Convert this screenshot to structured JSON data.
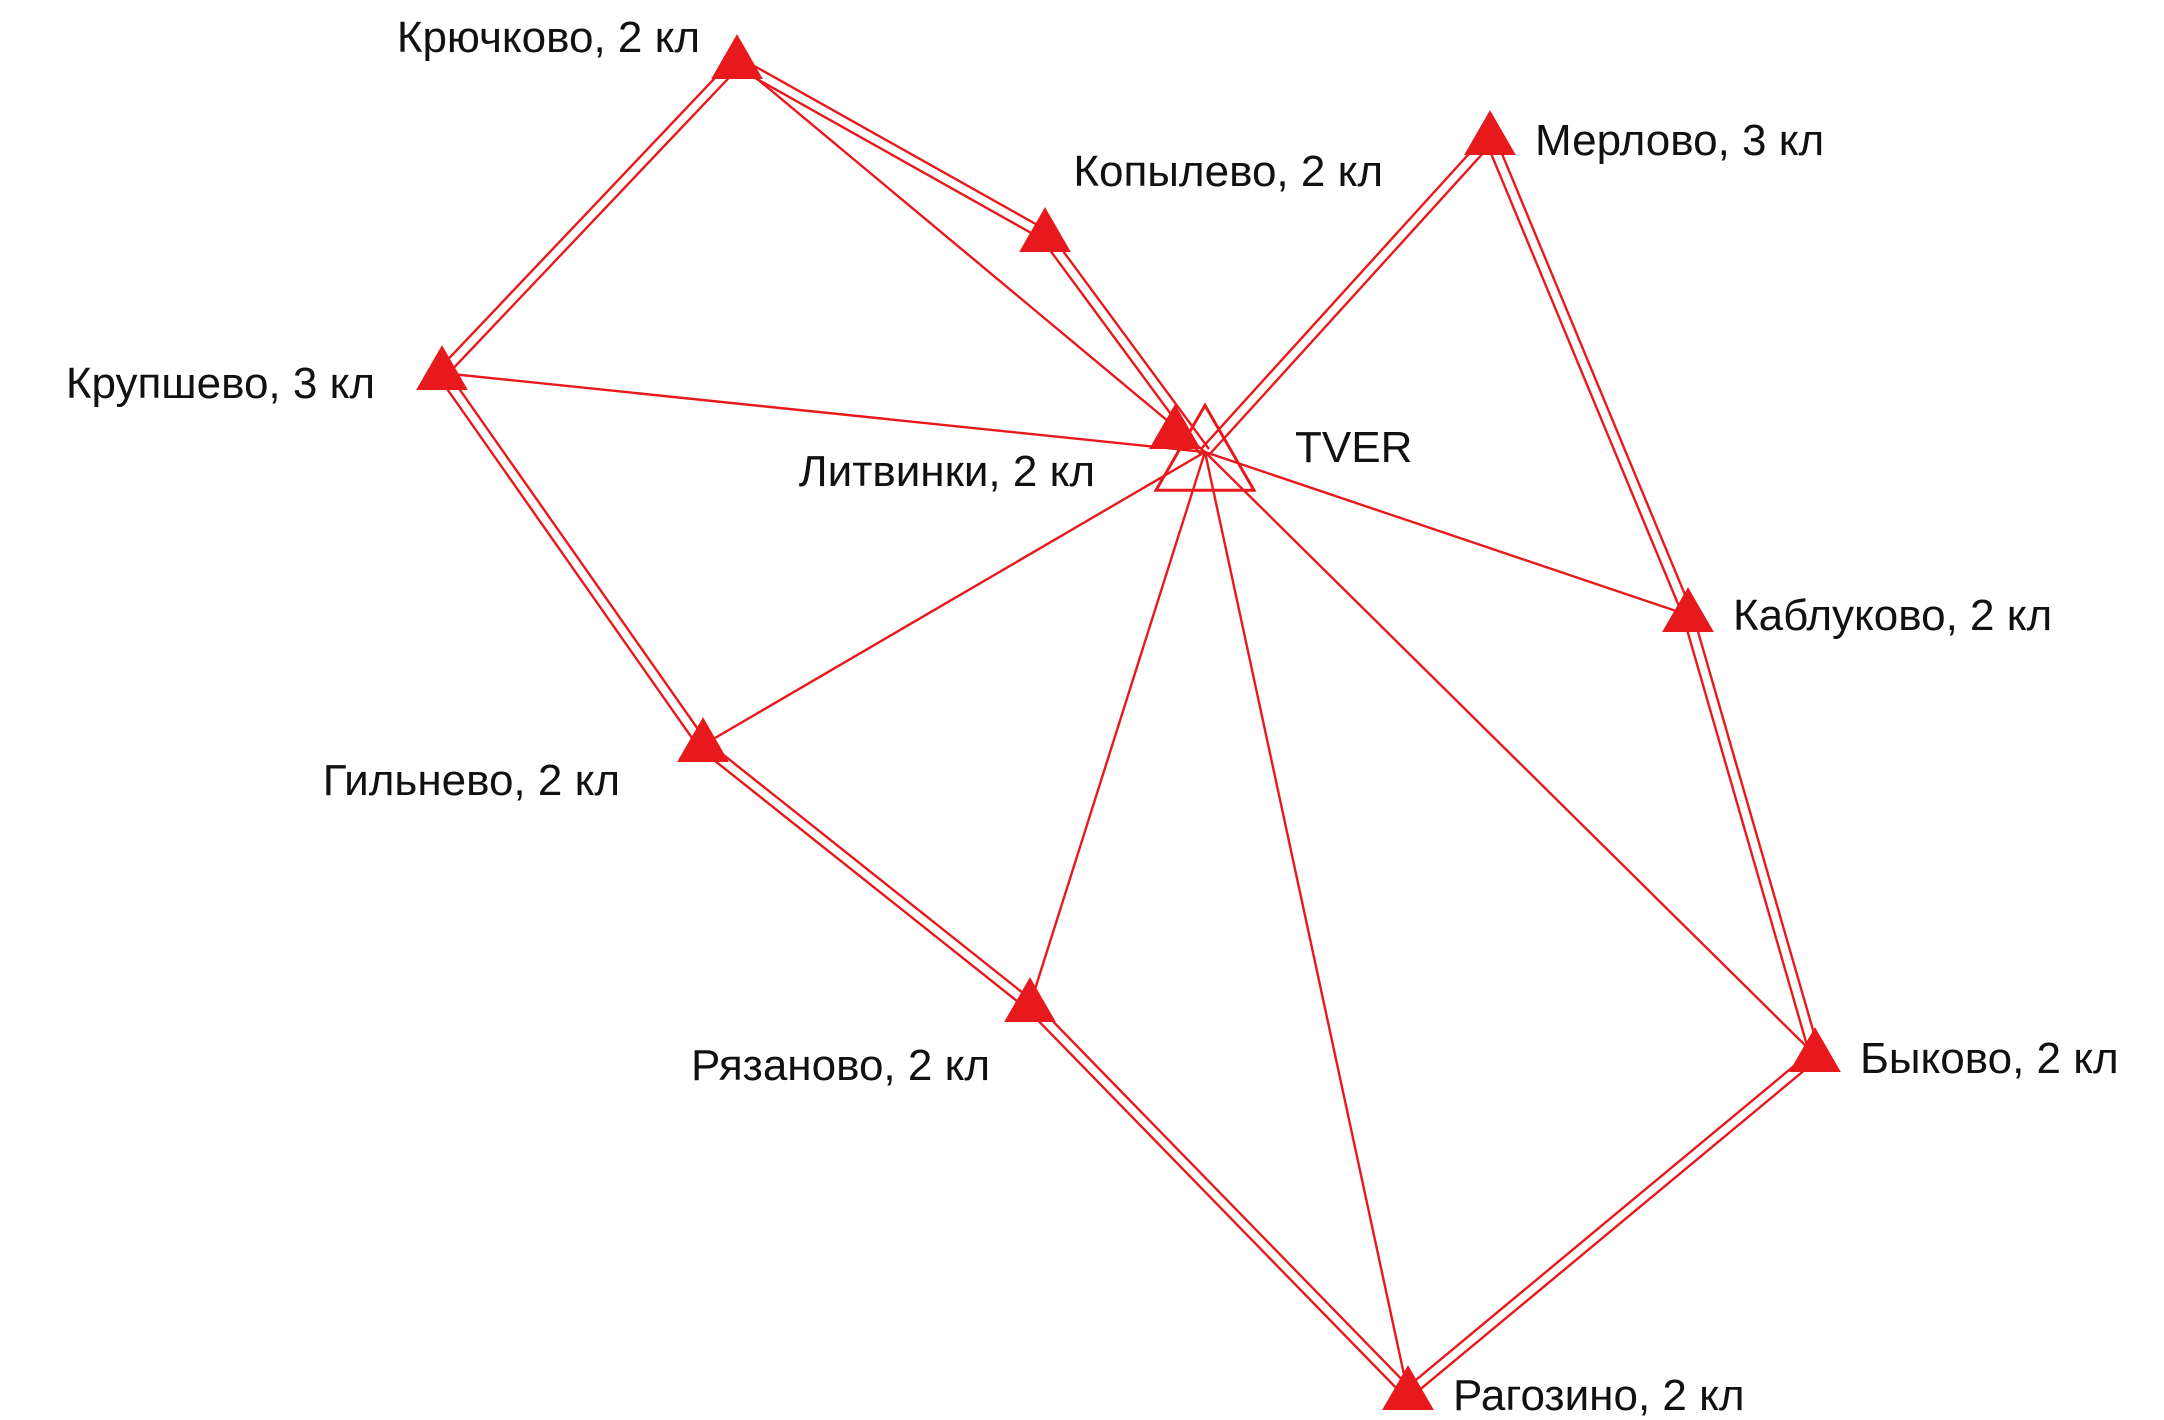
{
  "diagram": {
    "color": "#e8191c",
    "center": {
      "id": "tver",
      "label": "TVER"
    },
    "stations": [
      {
        "id": "kryuchkovo",
        "label": "Крючково, 2 кл"
      },
      {
        "id": "kopylevo",
        "label": "Копылево, 2 кл"
      },
      {
        "id": "merlovo",
        "label": "Мерлово, 3 кл"
      },
      {
        "id": "krupshevo",
        "label": "Крупшево, 3 кл"
      },
      {
        "id": "litvinki",
        "label": "Литвинки, 2 кл"
      },
      {
        "id": "kablukovo",
        "label": "Каблуково, 2 кл"
      },
      {
        "id": "gilnevo",
        "label": "Гильнево, 2 кл"
      },
      {
        "id": "ryazanovo",
        "label": "Рязаново, 2 кл"
      },
      {
        "id": "bykovo",
        "label": "Быково, 2 кл"
      },
      {
        "id": "ragozino",
        "label": "Рагозино, 2 кл"
      }
    ],
    "edges": [
      {
        "from": "tver",
        "to": "kryuchkovo",
        "style": "single"
      },
      {
        "from": "tver",
        "to": "kopylevo",
        "style": "double"
      },
      {
        "from": "tver",
        "to": "merlovo",
        "style": "double"
      },
      {
        "from": "tver",
        "to": "krupshevo",
        "style": "single"
      },
      {
        "from": "tver",
        "to": "kablukovo",
        "style": "single"
      },
      {
        "from": "tver",
        "to": "gilnevo",
        "style": "single"
      },
      {
        "from": "tver",
        "to": "ryazanovo",
        "style": "single"
      },
      {
        "from": "tver",
        "to": "ragozino",
        "style": "single"
      },
      {
        "from": "tver",
        "to": "bykovo",
        "style": "single"
      },
      {
        "from": "kryuchkovo",
        "to": "kopylevo",
        "style": "double"
      },
      {
        "from": "kryuchkovo",
        "to": "krupshevo",
        "style": "double"
      },
      {
        "from": "krupshevo",
        "to": "gilnevo",
        "style": "double"
      },
      {
        "from": "gilnevo",
        "to": "ryazanovo",
        "style": "double"
      },
      {
        "from": "ryazanovo",
        "to": "ragozino",
        "style": "double"
      },
      {
        "from": "ragozino",
        "to": "bykovo",
        "style": "double"
      },
      {
        "from": "bykovo",
        "to": "kablukovo",
        "style": "double"
      },
      {
        "from": "kablukovo",
        "to": "merlovo",
        "style": "double"
      }
    ]
  }
}
